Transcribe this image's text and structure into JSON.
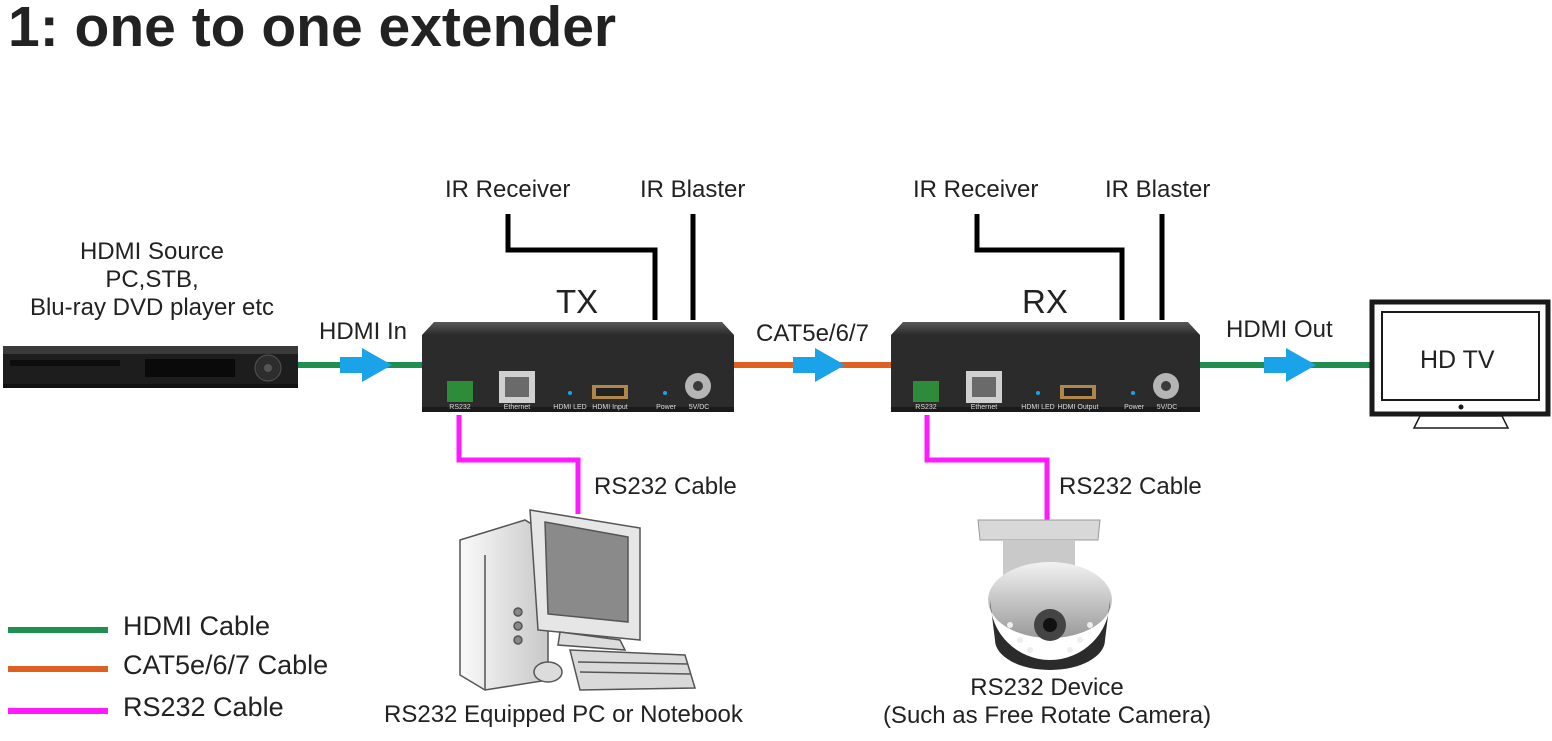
{
  "title": "1: one to one extender",
  "source": {
    "lines": [
      "HDMI Source",
      "PC,STB,",
      "Blu-ray DVD player etc"
    ]
  },
  "tx": {
    "name": "TX",
    "ir_receiver": "IR Receiver",
    "ir_blaster": "IR Blaster",
    "ports": [
      "RS232",
      "Ethernet",
      "HDMI LED",
      "HDMI Input",
      "Power",
      "5V/DC"
    ]
  },
  "rx": {
    "name": "RX",
    "ir_receiver": "IR Receiver",
    "ir_blaster": "IR Blaster",
    "ports": [
      "RS232",
      "Ethernet",
      "HDMI LED",
      "HDMI Output",
      "Power",
      "5V/DC"
    ]
  },
  "links": {
    "hdmi_in": "HDMI In",
    "cat": "CAT5e/6/7",
    "hdmi_out": "HDMI Out",
    "rs232_tx": "RS232 Cable",
    "rs232_rx": "RS232 Cable"
  },
  "tv": {
    "label": "HD TV"
  },
  "pc": {
    "label": "RS232 Equipped PC or Notebook"
  },
  "camera": {
    "lines": [
      "RS232 Device",
      "(Such as Free Rotate Camera)"
    ]
  },
  "legend": [
    {
      "label": "HDMI Cable",
      "color": "#1e8f4e"
    },
    {
      "label": "CAT5e/6/7 Cable",
      "color": "#e0601f"
    },
    {
      "label": "RS232 Cable",
      "color": "#ff1aff"
    }
  ],
  "colors": {
    "hdmi": "#1e8f4e",
    "cat": "#e0601f",
    "rs232": "#ff1aff",
    "arrow": "#1aa3e8",
    "device": "#2b2b2b"
  },
  "icons": [
    "blu-ray-player-icon",
    "extender-box-icon",
    "tv-icon",
    "desktop-pc-icon",
    "dome-camera-icon",
    "arrow-icon"
  ]
}
